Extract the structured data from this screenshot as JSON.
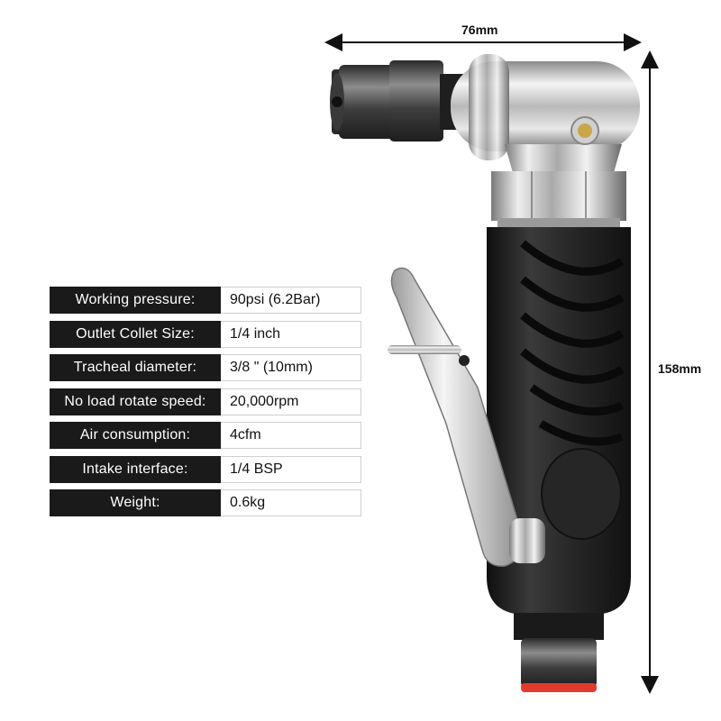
{
  "dimensions": {
    "width": "76mm",
    "height": "158mm"
  },
  "specs": [
    {
      "label": "Working pressure:",
      "value": "90psi (6.2Bar)"
    },
    {
      "label": "Outlet Collet Size:",
      "value": "1/4 inch"
    },
    {
      "label": "Tracheal diameter:",
      "value": "3/8 \" (10mm)"
    },
    {
      "label": "No load rotate speed:",
      "value": "20,000rpm"
    },
    {
      "label": "Air consumption:",
      "value": "4cfm"
    },
    {
      "label": "Intake interface:",
      "value": "1/4 BSP"
    },
    {
      "label": "Weight:",
      "value": "0.6kg"
    }
  ],
  "colors": {
    "label_bg": "#1a1a1a",
    "grip": "#1c1c1c",
    "chrome": "#c8c8c8",
    "accent_red": "#e23b2e",
    "brass": "#c9a64a"
  }
}
